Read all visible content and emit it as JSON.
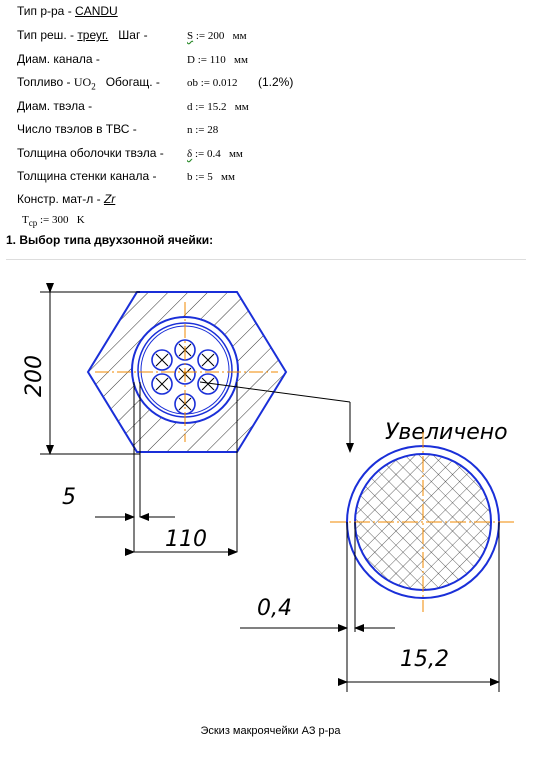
{
  "params": {
    "reactor_type_label": "Тип р-ра - ",
    "reactor_type_value": "CANDU",
    "lattice_label": "Тип реш. - ",
    "lattice_value": "треуг.",
    "pitch_label": "Шаг -",
    "pitch_var": "S",
    "pitch_expr": ":= 200",
    "pitch_unit": "мм",
    "channel_diam_label": "Диам. канала -",
    "channel_diam_expr": "D := 110",
    "channel_diam_unit": "мм",
    "fuel_label": "Топливо - ",
    "fuel_value": "UO",
    "fuel_sub": "2",
    "enrich_label": "Обогащ. -",
    "enrich_expr": "ob := 0.012",
    "enrich_pct": "(1.2%)",
    "rod_diam_label": "Диам. твэла -",
    "rod_diam_expr": "d := 15.2",
    "rod_diam_unit": "мм",
    "rod_count_label": "Число твэлов в ТВС -",
    "rod_count_expr": "n := 28",
    "clad_label": "Толщина оболочки твэла -",
    "clad_var": "δ",
    "clad_expr": ":= 0.4",
    "clad_unit": "мм",
    "wall_label": "Толщина стенки канала -",
    "wall_expr": "b := 5",
    "wall_unit": "мм",
    "material_label": "Констр. мат-л - ",
    "material_value": "Zr",
    "temp_var": "T",
    "temp_sub": "cp",
    "temp_expr": ":= 300",
    "temp_unit": "K"
  },
  "section_title": "1. Выбор типа двухзонной ячейки:",
  "drawing": {
    "dim_pitch": "200",
    "dim_wall": "5",
    "dim_channel": "110",
    "enlarged_label": "Увеличено",
    "dim_clad": "0,4",
    "dim_rod": "15,2",
    "line_color": "#1a2fd8",
    "axis_color": "#f08a00"
  },
  "caption": "Эскиз макроячейки АЗ р-ра"
}
